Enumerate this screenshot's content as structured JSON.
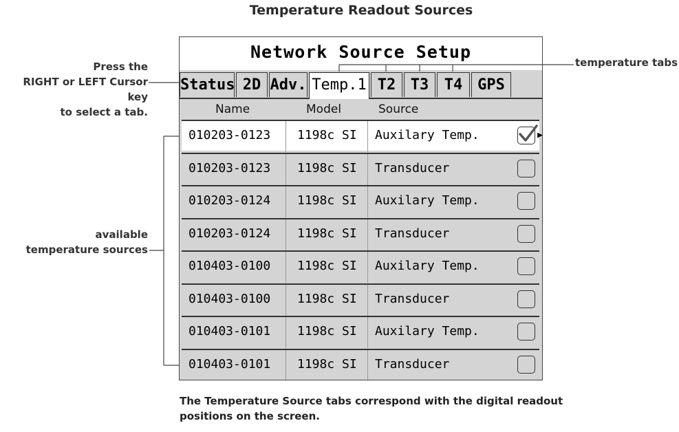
{
  "figure_title": "Temperature Readout Sources",
  "screen": {
    "title": "Network Source Setup",
    "tabs": [
      {
        "label": "Status",
        "active": false
      },
      {
        "label": "2D",
        "active": false
      },
      {
        "label": "Adv.",
        "active": false
      },
      {
        "label": "Temp.1",
        "active": true
      },
      {
        "label": "T2",
        "active": false
      },
      {
        "label": "T3",
        "active": false
      },
      {
        "label": "T4",
        "active": false
      },
      {
        "label": "GPS",
        "active": false
      }
    ],
    "columns": {
      "name": "Name",
      "model": "Model",
      "source": "Source"
    },
    "rows": [
      {
        "name": "010203-0123",
        "model": "1198c SI",
        "source": "Auxilary Temp.",
        "checked": true
      },
      {
        "name": "010203-0123",
        "model": "1198c SI",
        "source": "Transducer",
        "checked": false
      },
      {
        "name": "010203-0124",
        "model": "1198c SI",
        "source": "Auxilary Temp.",
        "checked": false
      },
      {
        "name": "010203-0124",
        "model": "1198c SI",
        "source": "Transducer",
        "checked": false
      },
      {
        "name": "010403-0100",
        "model": "1198c SI",
        "source": "Auxilary Temp.",
        "checked": false
      },
      {
        "name": "010403-0100",
        "model": "1198c SI",
        "source": "Transducer",
        "checked": false
      },
      {
        "name": "010403-0101",
        "model": "1198c SI",
        "source": "Auxilary Temp.",
        "checked": false
      },
      {
        "name": "010403-0101",
        "model": "1198c SI",
        "source": "Transducer",
        "checked": false
      }
    ]
  },
  "annotations": {
    "cursor_line1": "Press the",
    "cursor_line2": "RIGHT or LEFT Cursor key",
    "cursor_line3": "to select a tab.",
    "temperature_tabs": "temperature tabs",
    "sources_line1": "available",
    "sources_line2": "temperature sources"
  },
  "caption_line1": "The Temperature Source tabs correspond with the  digital readout",
  "caption_line2": "positions on the screen.",
  "icons": {
    "checked": "checkmark-icon",
    "caret": "caret-right-icon"
  }
}
